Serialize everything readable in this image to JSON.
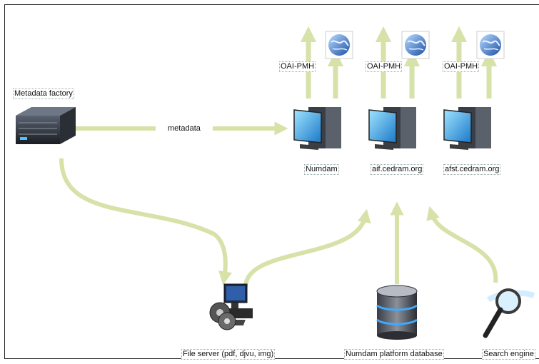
{
  "labels": {
    "factory": "Metadata factory",
    "metadata": "metadata",
    "sites": [
      "Numdam",
      "aif.cedram.org",
      "afst.cedram.org"
    ],
    "oai": [
      "OAI-PMH",
      "OAI-PMH",
      "OAI-PMH"
    ],
    "file_server": "File server (pdf, djvu, img)",
    "database": "Numdam platform database",
    "search": "Search engine"
  },
  "icons": [
    "server-rack-icon",
    "web-server-icon",
    "globe-icon",
    "file-server-icon",
    "database-icon",
    "magnifier-icon"
  ],
  "colors": {
    "arrow": "#d6e2a8",
    "frame": "#222222"
  }
}
